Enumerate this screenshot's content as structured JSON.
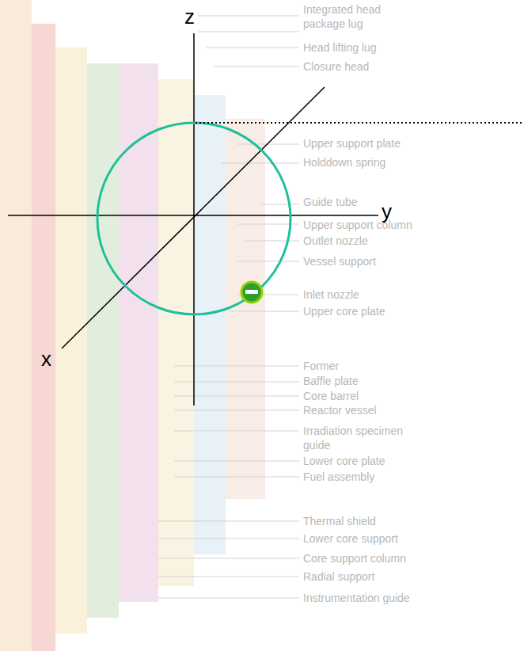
{
  "diagram": {
    "labels": [
      "z",
      "Integrated head package lug",
      "Head lifting lug",
      "Closure head",
      "Upper support plate",
      "Holddown spring",
      "Guide tube",
      "y",
      "Upper support column",
      "Outlet nozzle",
      "Vessel support",
      "Inlet nozzle",
      "Upper core plate",
      "x",
      "Former",
      "Baffle plate",
      "Core barrel",
      "Reactor vessel",
      "Irradiation specimen guide",
      "Lower core plate",
      "Fuel assembly",
      "Thermal shield",
      "Lower core support",
      "Core support column",
      "Radial support",
      "Instrumentation guide"
    ]
  }
}
